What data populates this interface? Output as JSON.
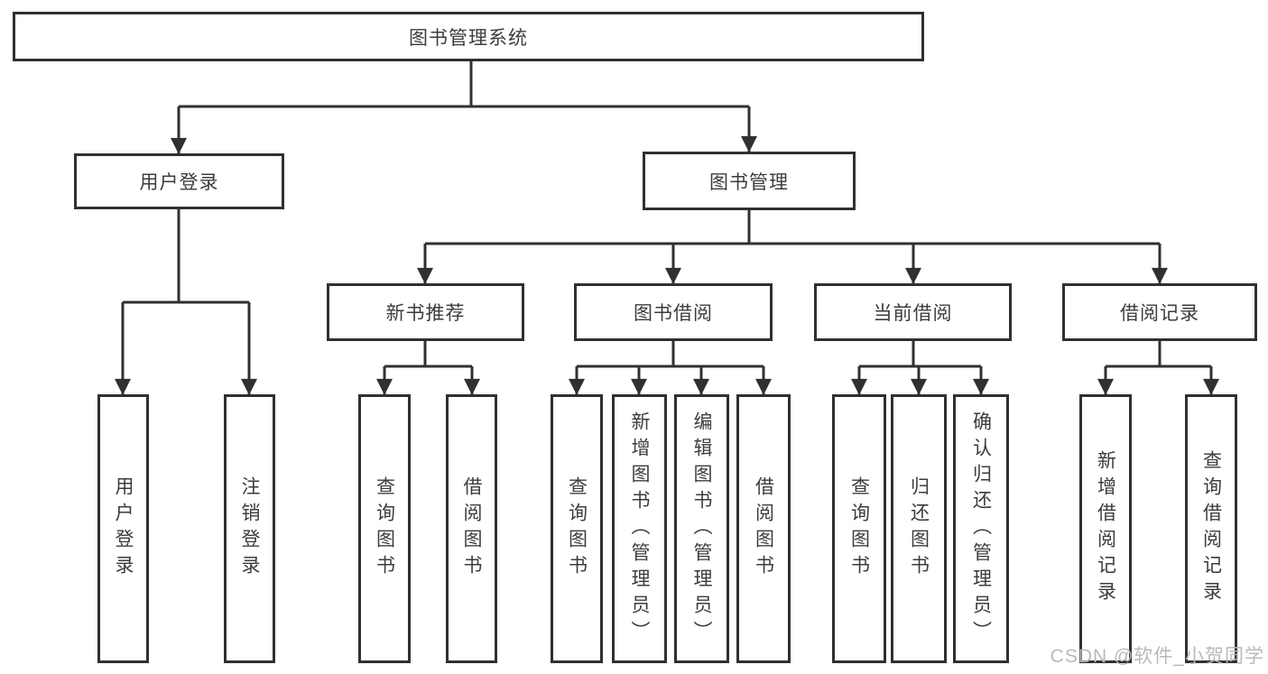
{
  "diagram": {
    "title": "图书管理系统",
    "type": "hierarchy-tree",
    "colors": {
      "line": "#303030",
      "border": "#303030",
      "text": "#3c3c3c",
      "background": "#ffffff",
      "watermark_text": "#b9b9b9"
    },
    "nodes": {
      "root": "图书管理系统",
      "user_login": "用户登录",
      "book_mgmt": "图书管理",
      "new_book_rec": "新书推荐",
      "book_borrow": "图书借阅",
      "current_borrow": "当前借阅",
      "borrow_record": "借阅记录",
      "leaves": {
        "a1": "用户登录",
        "a2": "注销登录",
        "b1": "查询图书",
        "b2": "借阅图书",
        "c1": "查询图书",
        "c2": "新增图书（管理员）",
        "c3": "编辑图书（管理员）",
        "c4": "借阅图书",
        "d1": "查询图书",
        "d2": "归还图书",
        "d3": "确认归还（管理员）",
        "e1": "新增借阅记录",
        "e2": "查询借阅记录"
      }
    },
    "edges": [
      {
        "from": "root",
        "to": [
          "user_login",
          "book_mgmt"
        ]
      },
      {
        "from": "user_login",
        "to": [
          "a1",
          "a2"
        ]
      },
      {
        "from": "book_mgmt",
        "to": [
          "new_book_rec",
          "book_borrow",
          "current_borrow",
          "borrow_record"
        ]
      },
      {
        "from": "new_book_rec",
        "to": [
          "b1",
          "b2"
        ]
      },
      {
        "from": "book_borrow",
        "to": [
          "c1",
          "c2",
          "c3",
          "c4"
        ]
      },
      {
        "from": "current_borrow",
        "to": [
          "d1",
          "d2",
          "d3"
        ]
      },
      {
        "from": "borrow_record",
        "to": [
          "e1",
          "e2"
        ]
      }
    ],
    "watermark": "CSDN @软件_小贺同学"
  }
}
